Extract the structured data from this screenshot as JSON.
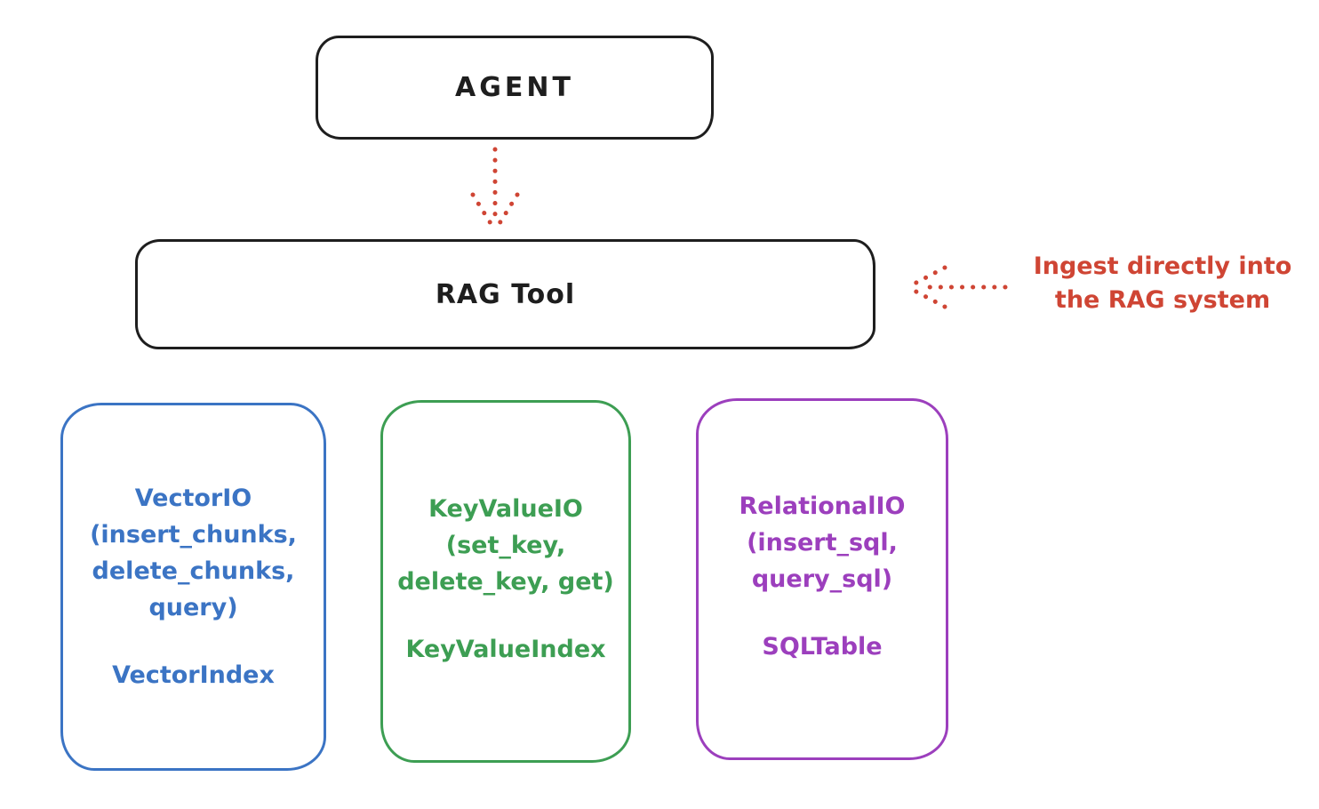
{
  "diagram": {
    "agent_box": {
      "label": "AGENT"
    },
    "rag_tool_box": {
      "label": "RAG Tool"
    },
    "annotation": {
      "line1": "Ingest directly into",
      "line2": "the RAG system"
    },
    "modules": [
      {
        "id": "vector",
        "io_text": "VectorIO\n(insert_chunks,\ndelete_chunks,\nquery)",
        "index_text": "VectorIndex",
        "color": "#3b74c4"
      },
      {
        "id": "keyvalue",
        "io_text": "KeyValueIO\n(set_key,\ndelete_key, get)",
        "index_text": "KeyValueIndex",
        "color": "#3d9e53"
      },
      {
        "id": "relational",
        "io_text": "RelationalIO\n(insert_sql,\nquery_sql)",
        "index_text": "SQLTable",
        "color": "#9c3fbd"
      }
    ],
    "colors": {
      "outline": "#1e1e1e",
      "annotation_red": "#cf4534",
      "background": "#ffffff"
    }
  }
}
